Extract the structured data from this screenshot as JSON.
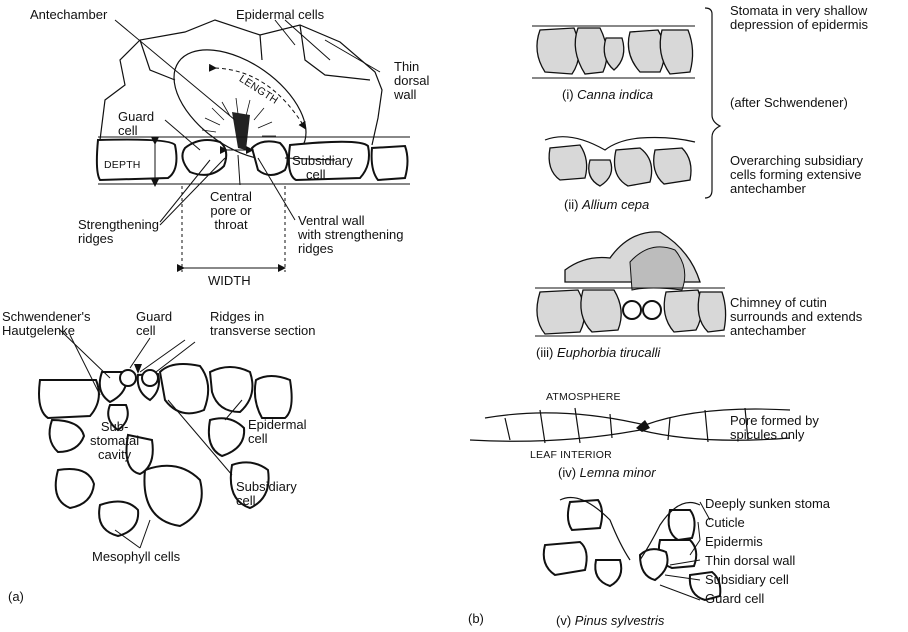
{
  "panel_a": {
    "top": {
      "antechamber": "Antechamber",
      "epidermal_cells": "Epidermal cells",
      "thin_dorsal_wall": [
        "Thin",
        "dorsal",
        "wall"
      ],
      "length": "LENGTH",
      "guard_cell": [
        "Guard",
        "cell"
      ],
      "depth": "DEPTH",
      "subsidiary_cell": [
        "Subsidiary",
        "cell"
      ],
      "central_pore": [
        "Central",
        "pore or",
        "throat"
      ],
      "strengthening_ridges": [
        "Strengthening",
        "ridges"
      ],
      "ventral_wall": [
        "Ventral wall",
        "with strengthening",
        "ridges"
      ],
      "width": "WIDTH"
    },
    "bottom": {
      "hautgelenke": [
        "Schwendener's",
        "Hautgelenke"
      ],
      "guard_cell": [
        "Guard",
        "cell"
      ],
      "ridges": [
        "Ridges in",
        "transverse section"
      ],
      "substomatal": [
        "Sub-",
        "stomatal",
        "cavity"
      ],
      "epidermal_cell": [
        "Epidermal",
        "cell"
      ],
      "subsidiary_cell": [
        "Subsidiary",
        "cell"
      ],
      "mesophyll": "Mesophyll cells"
    },
    "marker": "(a)"
  },
  "panel_b": {
    "marker": "(b)",
    "species": [
      {
        "num": "(i)",
        "name": "Canna indica"
      },
      {
        "num": "(ii)",
        "name": "Allium cepa"
      },
      {
        "num": "(iii)",
        "name": "Euphorbia tirucalli"
      },
      {
        "num": "(iv)",
        "name": "Lemna minor"
      },
      {
        "num": "(v)",
        "name": "Pinus sylvestris"
      }
    ],
    "notes": {
      "shallow": [
        "Stomata in very shallow",
        "depression of epidermis"
      ],
      "after": "(after Schwendener)",
      "overarching": [
        "Overarching subsidiary",
        "cells forming extensive",
        "antechamber"
      ],
      "chimney": [
        "Chimney of cutin",
        "surrounds and extends",
        "antechamber"
      ],
      "atmosphere": "ATMOSPHERE",
      "leaf_interior": "LEAF INTERIOR",
      "spicules": [
        "Pore formed by",
        "spicules only"
      ],
      "pinus": [
        "Deeply sunken stoma",
        "Cuticle",
        "Epidermis",
        "Thin dorsal wall",
        "Subsidiary cell",
        "Guard cell"
      ]
    }
  }
}
